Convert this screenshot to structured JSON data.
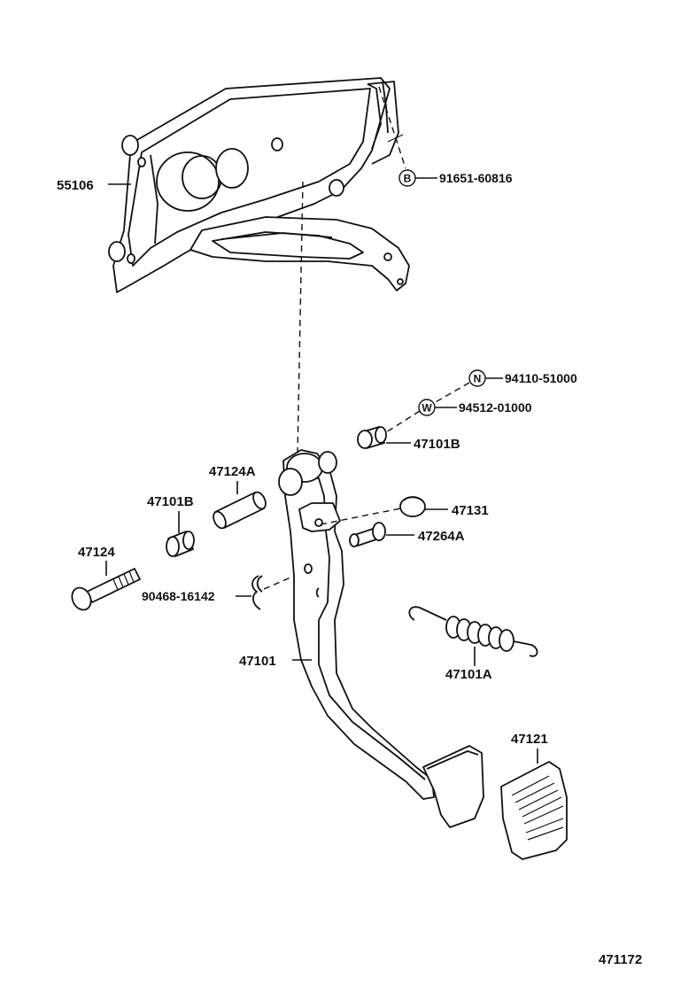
{
  "labels": {
    "bracket": "55106",
    "bolt_b": "91651-60816",
    "nut_n": "94110-51000",
    "washer_w": "94512-01000",
    "bushing_right": "47101B",
    "collar": "47124A",
    "bushing_left": "47101B",
    "stopper": "47131",
    "bolt_stop": "47264A",
    "pivot_bolt": "47124",
    "clip": "90468-16142",
    "pedal_arm": "47101",
    "spring": "47101A",
    "pedal_pad": "47121",
    "figure_number": "471172"
  },
  "badges": {
    "b": "B",
    "n": "N",
    "w": "W"
  }
}
